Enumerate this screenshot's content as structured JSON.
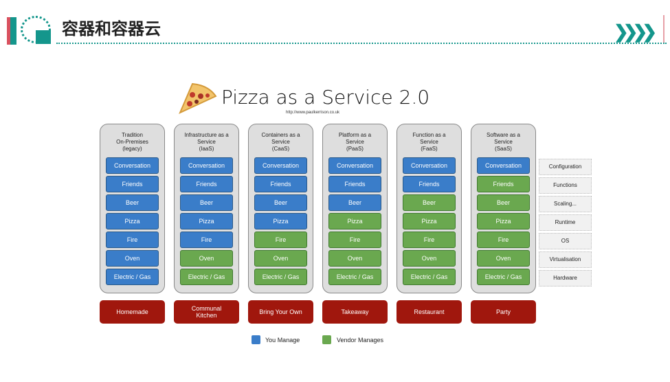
{
  "header": {
    "title": "容器和容器云",
    "icon": "chevrons-right-icon"
  },
  "diagram": {
    "title": "Pizza as a Service 2.0",
    "url": "http://www.paulkerrison.co.uk",
    "colors": {
      "you": "#3a7dc9",
      "vendor": "#6aa84f",
      "bottom": "#a0170d"
    },
    "layers": [
      "Conversation",
      "Friends",
      "Beer",
      "Pizza",
      "Fire",
      "Oven",
      "Electric / Gas"
    ],
    "columns": [
      {
        "heading": "Tradition\nOn-Premises\n(legacy)",
        "you_manage_count": 7,
        "bottom": "Homemade"
      },
      {
        "heading": "Infrastructure as a\nService\n(IaaS)",
        "you_manage_count": 5,
        "bottom": "Communal\nKitchen"
      },
      {
        "heading": "Containers as a\nService\n(CaaS)",
        "you_manage_count": 4,
        "bottom": "Bring Your Own"
      },
      {
        "heading": "Platform as a\nService\n(PaaS)",
        "you_manage_count": 3,
        "bottom": "Takeaway"
      },
      {
        "heading": "Function as a\nService\n(FaaS)",
        "you_manage_count": 2,
        "bottom": "Restaurant"
      },
      {
        "heading": "Software as a\nService\n(SaaS)",
        "you_manage_count": 1,
        "bottom": "Party"
      }
    ],
    "side_labels": [
      "Configuration",
      "Functions",
      "Scaling...",
      "Runtime",
      "OS",
      "Virtualisation",
      "Hardware"
    ],
    "legend": {
      "you": "You Manage",
      "vendor": "Vendor Manages"
    }
  }
}
